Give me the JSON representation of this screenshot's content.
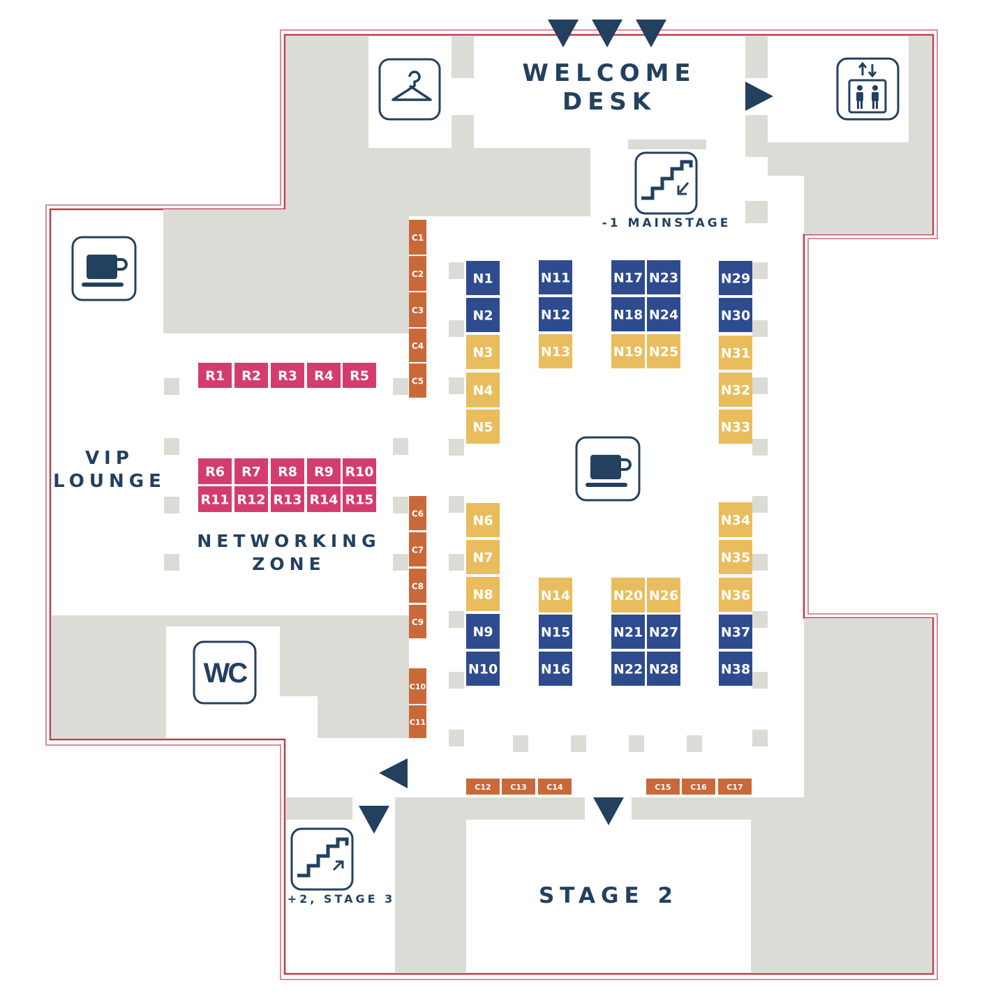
{
  "colors": {
    "navy": "#2e4b8f",
    "yellow": "#e9bd5e",
    "magenta": "#d43c6e",
    "orange": "#c9693a",
    "grey": "#dcdcd7",
    "outline": "#c0394a",
    "ink": "#23405e"
  },
  "labels": {
    "welcome_1": "WELCOME",
    "welcome_2": "DESK",
    "mainstage": "-1 MAINSTAGE",
    "vip_1": "VIP",
    "vip_2": "LOUNGE",
    "networking_1": "NETWORKING",
    "networking_2": "ZONE",
    "stage2": "STAGE 2",
    "stage3": "+2, STAGE 3"
  },
  "icons": [
    "coat-hanger-icon",
    "elevator-icon",
    "stairs-down-icon",
    "coffee-icon",
    "wc-icon",
    "stairs-up-icon"
  ],
  "icon_text": {
    "wc": "WC"
  },
  "booths": {
    "n_navy": [
      "N1",
      "N2",
      "N9",
      "N10",
      "N11",
      "N12",
      "N15",
      "N16",
      "N17",
      "N18",
      "N21",
      "N22",
      "N23",
      "N24",
      "N27",
      "N28",
      "N29",
      "N30",
      "N37",
      "N38"
    ],
    "n_yellow": [
      "N3",
      "N4",
      "N5",
      "N6",
      "N7",
      "N8",
      "N13",
      "N14",
      "N19",
      "N20",
      "N25",
      "N26",
      "N31",
      "N32",
      "N33",
      "N34",
      "N35",
      "N36"
    ],
    "r": [
      "R1",
      "R2",
      "R3",
      "R4",
      "R5",
      "R6",
      "R7",
      "R8",
      "R9",
      "R10",
      "R11",
      "R12",
      "R13",
      "R14",
      "R15"
    ],
    "c": [
      "C1",
      "C2",
      "C3",
      "C4",
      "C5",
      "C6",
      "C7",
      "C8",
      "C9",
      "C10",
      "C11",
      "C12",
      "C13",
      "C14",
      "C15",
      "C16",
      "C17"
    ]
  }
}
